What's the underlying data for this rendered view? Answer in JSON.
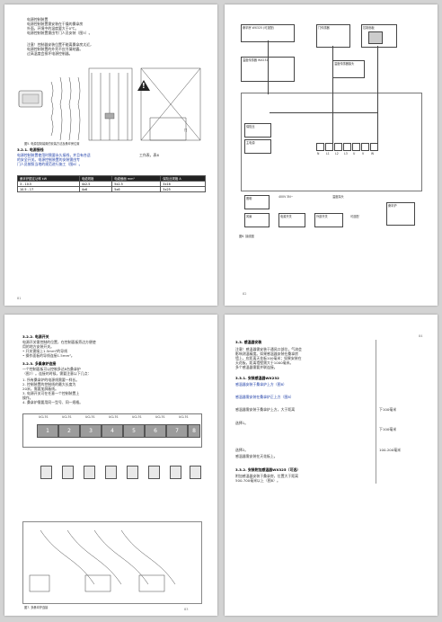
{
  "page1": {
    "heading_lines": [
      "电源控制装置",
      "电源控制装置需安装在干燥的桑拿房",
      "外面，环境中的温度要大于0℃。",
      "电源控制装置需由专门人员安装（图5）。"
    ],
    "para_lines": [
      "注意！控制器安装位置不能离桑拿房太近，",
      "电源控制装置的外壳不应冷凝结露。",
      "过高温度会损坏电源控制器。"
    ],
    "fig_label": "图5. 电源控制装置的安装方法及桑拿房位置",
    "fig_label_right": "门",
    "subsec": "3.2.1. 电源接线",
    "body_lines": [
      "电源控制装置使用时需要永久接线，并且有合适",
      "的安全开关。电源控制装置的安装需由专",
      "门人员按照当地的规范进行施工（图6）。"
    ],
    "side_note": "工作表，表6",
    "table": {
      "head": [
        "桑拿炉额定功率 kW",
        "电缆规格",
        "电缆截面 mm²",
        "保险丝规格 A"
      ],
      "rows": [
        [
          "3 - 10.5",
          "4x2.5",
          "5x2.5",
          "3x16"
        ],
        [
          "10.5 - 17",
          "4x6",
          "5x6",
          "3x25"
        ]
      ]
    },
    "page_no": "81"
  },
  "page2": {
    "labels": {
      "sensor": "桑拿房 WX325 (可选配)",
      "sensor2": "温度传感器 WX232",
      "plug": "温度传感器接头",
      "door": "门传感器",
      "panel": "控制面板",
      "fuse": "保险丝",
      "main": "主电源",
      "heater": "桑拿炉",
      "light": "照明",
      "fan": "风扇",
      "outlet": "电源开关",
      "switch": "外部开关",
      "extra": "可选配",
      "temp_probe": "温度探头",
      "terminal_row": [
        "N",
        "L1",
        "L2",
        "L3",
        "U",
        "V",
        "W"
      ],
      "v_line": "400V 3N~"
    },
    "fig_label": "图6. 接线图",
    "page_no": "82"
  },
  "page3": {
    "subsec1": "3.2.2. 电源开关",
    "lines1": [
      "电源开关需控制的位置，在控制面板旁边方便使",
      "用的地方安装开关。",
      "• 开关需接上1.5mm²的导线",
      "• 操作面板的导线连接1.5mm²。"
    ],
    "subsec2": "3.2.3. 多桑拿炉连接",
    "lines2": [
      "一个控制面板可以控制多达8台桑拿炉",
      "（图7）。连接的时候，需要注意以下几点：",
      "1. 所有桑拿炉的电源线需要一样长。",
      "2. 控制装置的控制线的最大长度为",
      "   20米，需要加屏蔽线。",
      "3. 电源开关可在任意一个控制装置上",
      "   操作。",
      "4. 桑拿炉需要用同一型号、同一规格。"
    ],
    "modules": [
      "1",
      "2",
      "3",
      "4",
      "5",
      "6",
      "7",
      "8"
    ],
    "module_head": "UCL7S",
    "fig_label": "图7. 多桑拿炉连接",
    "page_no": "83"
  },
  "page4": {
    "subsec1": "3.3. 感温器安装",
    "lines1": [
      "注意！感温器需安装于通风口部位，气流会",
      "影响测温精度。如果感温器安装在桑拿房",
      "墙上，应距离天花板100毫米；如果安装在",
      "天花板，距离墙壁需大于1000毫米。",
      "多个感温器需要并联连接。"
    ],
    "subsec2": "3.3.1. 安装感温器WX232",
    "lines2": [
      "感温器安装于桑拿炉上方（图8）",
      "感温器需安装在桑拿炉正上方（图8）"
    ],
    "notes": [
      "感温器需安装于桑拿炉上方，大于距离",
      "选择1。",
      "选择2。",
      "感温器需安装在天花板上。"
    ],
    "right_col": [
      "下100毫米",
      "下100毫米",
      "100-200毫米"
    ],
    "subsec3": "3.3.2. 安装附加感温器WX325（可选）",
    "lines3": [
      "附加感温器安装于桑拿房，位置大于距离",
      "500-700毫米以上（图8）。"
    ],
    "page_no": "84"
  },
  "colors": {
    "accent": "#1f3fa8",
    "border": "#444444"
  }
}
